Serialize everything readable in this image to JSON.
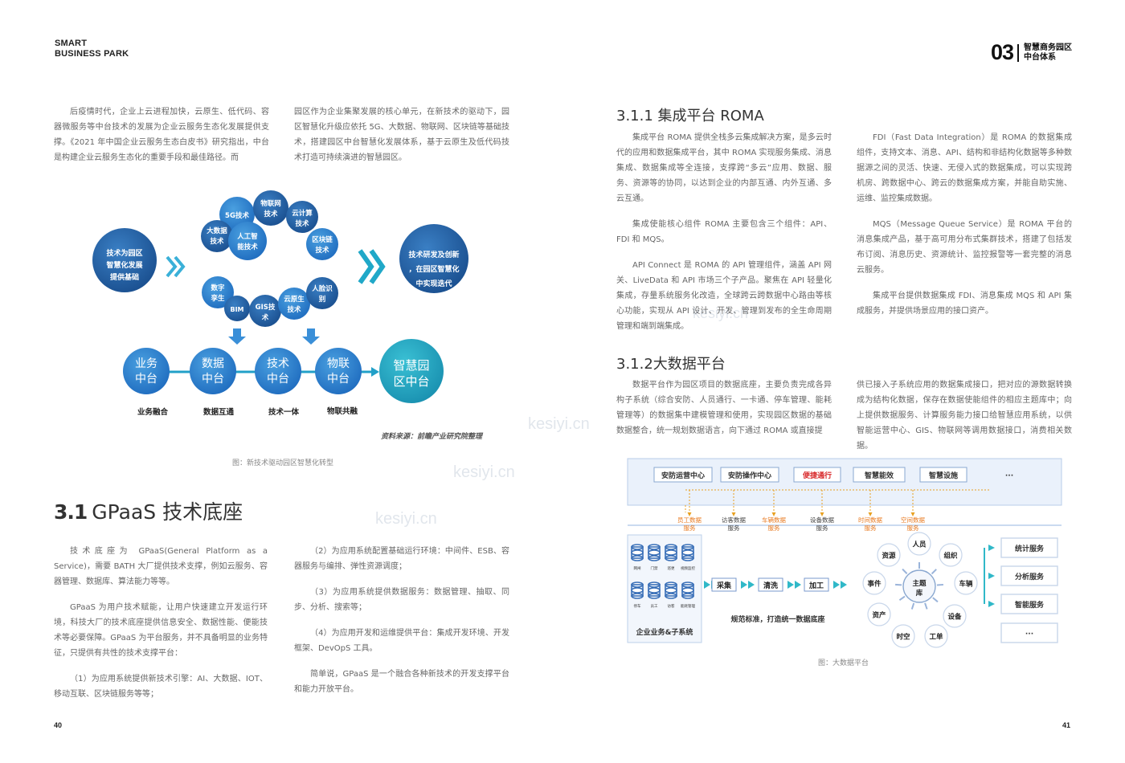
{
  "header": {
    "brand_line1": "SMART",
    "brand_line2": "BUSINESS PARK",
    "chapter_number": "03",
    "chapter_line1": "智慧商务园区",
    "chapter_line2": "中台体系"
  },
  "left": {
    "intro_col1": "后疫情时代，企业上云进程加快，云原生、低代码、容器微服务等中台技术的发展为企业云服务生态化发展提供支撑。《2021 年中国企业云服务生态白皮书》研究指出，中台是构建企业云服务生态化的重要手段和最佳路径。而",
    "intro_col2": "园区作为企业集聚发展的核心单元，在新技术的驱动下，园区智慧化升级应依托 5G、大数据、物联网、区块链等基础技术，搭建园区中台智慧化发展体系，基于云原生及低代码技术打造可持续演进的智慧园区。",
    "figure": {
      "left_circle": "技术为园区智慧化发展提供基础",
      "right_circle": "技术研发及创新，在园区智慧化中实现迭代",
      "top_bubbles": [
        "5G技术",
        "物联网技术",
        "云计算技术",
        "大数据技术",
        "人工智能技术",
        "区块链技术"
      ],
      "bottom_bubbles": [
        "数字孪生",
        "BIM",
        "GIS技术",
        "云原生技术",
        "人脸识别"
      ],
      "platforms": [
        "业务中台",
        "数据中台",
        "技术中台",
        "物联中台"
      ],
      "final_platform": "智慧园区中台",
      "platform_labels": [
        "业务融合",
        "数据互通",
        "技术一体",
        "物联共融"
      ],
      "source": "资料来源：前瞻产业研究院整理",
      "caption": "图：新技术驱动园区智慧化转型"
    },
    "section": {
      "number": "3.1",
      "title": "GPaaS 技术底座"
    },
    "gpaas_col1": [
      "技术底座为 GPaaS(General Platform as a Service)，需要 BATH 大厂提供技术支撑，例如云服务、容器管理、数据库、算法能力等等。",
      "GPaaS 为用户技术赋能，让用户快速建立开发运行环境，科技大厂的技术底座提供信息安全、数据性能、便能技术等必要保障。GPaaS 为平台服务，并不具备明显的业务特征，只提供有共性的技术支撑平台：",
      "（1）为应用系统提供新技术引擎：AI、大数据、IOT、移动互联、区块链服务等等；"
    ],
    "gpaas_col2": [
      "（2）为应用系统配置基础运行环境：中间件、ESB、容器服务与编排、弹性资源调度；",
      "（3）为应用系统提供数据服务：数据管理、抽取、同步、分析、搜索等；",
      "（4）为应用开发和运维提供平台：集成开发环境、开发框架、DevOpS 工具。",
      "简单说，GPaaS 是一个融合各种新技术的开发支撑平台和能力开放平台。"
    ],
    "page_number": "40"
  },
  "right": {
    "s311_title": "3.1.1 集成平台 ROMA",
    "s311_col1": [
      "集成平台 ROMA 提供全栈多云集成解决方案，是多云时代的应用和数据集成平台，其中 ROMA 实现服务集成、消息集成、数据集成等全连接，支撑跨“多云”应用、数据、服务、资源等的协同，以达到企业的内部互通、内外互通、多云互通。",
      "集成使能核心组件 ROMA 主要包含三个组件：API、FDI 和 MQS。",
      "API Connect 是 ROMA 的 API 管理组件，涵盖 API 网关、LiveData 和 API 市场三个子产品。聚焦在 API 轻量化集成，存量系统服务化改造，全球跨云跨数据中心路由等核心功能，实现从 API 设计、开发、管理到发布的全生命周期管理和端到端集成。"
    ],
    "s311_col2": [
      "FDI（Fast Data Integration）是 ROMA 的数据集成组件，支持文本、消息、API、结构和非结构化数据等多种数据源之间的灵活、快速、无侵入式的数据集成，可以实现跨机房、跨数据中心、跨云的数据集成方案，并能自助实施、运维、监控集成数据。",
      "MQS（Message Queue Service）是 ROMA 平台的消息集成产品，基于高可用分布式集群技术，搭建了包括发布订阅、消息历史、资源统计、监控报警等一套完整的消息云服务。",
      "集成平台提供数据集成 FDI、消息集成 MQS 和 API 集成服务，并提供场景应用的接口资产。"
    ],
    "s312_title": "3.1.2大数据平台",
    "s312_col1": "数据平台作为园区项目的数据底座，主要负责完成各异构子系统（综合安防、人员通行、一卡通、停车管理、能耗管理等）的数据集中建模管理和使用，实现园区数据的基础数据整合，统一规划数据语言，向下通过 ROMA 或直接提",
    "s312_col2": "供已接入子系统应用的数据集成接口，把对应的源数据转换成为结构化数据，保存在数据使能组件的相应主题库中；向上提供数据服务、计算服务能力接口给智慧应用系统，以供智能运营中心、GIS、物联网等调用数据接口，消费相关数据。",
    "figure": {
      "top_apps": [
        "安防运营中心",
        "安防操作中心",
        "便捷通行",
        "智慧能效",
        "智慧设施",
        "···"
      ],
      "mid_services": [
        "员工数据服务",
        "访客数据服务",
        "车辆数据服务",
        "设备数据服务",
        "时间数据服务",
        "空间数据服务"
      ],
      "db_labels": [
        "网闸",
        "门禁",
        "巡更",
        "视频监控",
        "停车",
        "员工",
        "访客",
        "能耗管理"
      ],
      "source_system": "企业业务&子系统",
      "steps": [
        "采集",
        "清洗",
        "加工"
      ],
      "base_label": "规范标准，打造统一数据底座",
      "center": "主题库",
      "orbit": [
        "人员",
        "组织",
        "车辆",
        "设备",
        "工单",
        "时空",
        "资产",
        "事件",
        "资源"
      ],
      "outputs": [
        "统计服务",
        "分析服务",
        "智能服务",
        "···"
      ],
      "caption": "图：大数据平台"
    },
    "page_number": "41"
  },
  "watermarks": [
    "kesiyi.cn",
    "kesiyi.cn",
    "kesiyi.cn",
    "kesiyi.cn"
  ]
}
